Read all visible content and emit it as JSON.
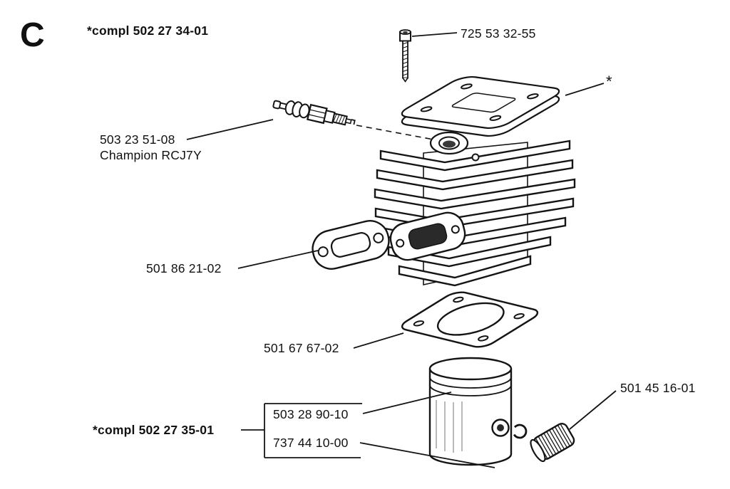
{
  "diagram": {
    "section_letter": "C",
    "asterisk": "*",
    "assembly_top": "*compl 502 27 34-01",
    "assembly_bottom": "*compl 502 27 35-01"
  },
  "parts": {
    "bolt": {
      "number": "725 53 32-55"
    },
    "spark_plug": {
      "number": "503 23 51-08",
      "name": "Champion RCJ7Y"
    },
    "exhaust_gasket": {
      "number": "501 86 21-02"
    },
    "cylinder_gasket": {
      "number": "501 67 67-02"
    },
    "piston": {
      "number": "503 28 90-10"
    },
    "piston_ring": {
      "number": "737 44 10-00"
    },
    "bearing": {
      "number": "501 45 16-01"
    }
  }
}
